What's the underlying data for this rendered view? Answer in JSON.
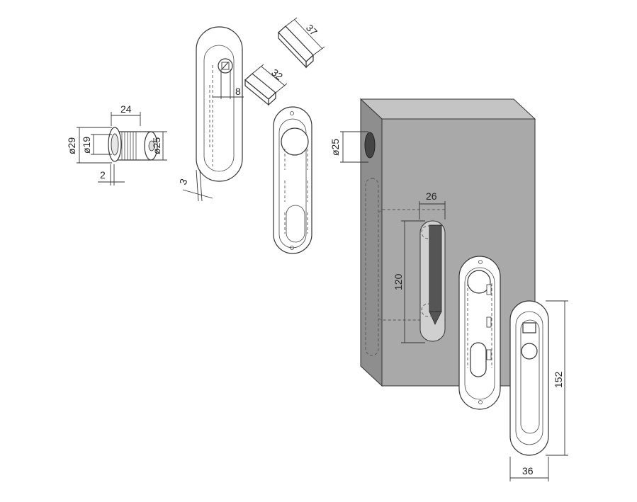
{
  "colors": {
    "door_front": "#a9a9a9",
    "door_top": "#c4c4c4",
    "door_side": "#8e8e8e",
    "outline": "#333333",
    "slot": "#555555"
  },
  "dimensions": {
    "sleeve_length": "24",
    "sleeve_outer_dia": "ø29",
    "sleeve_inner_dia": "ø19",
    "sleeve_thread_dia": "ø25",
    "sleeve_flange": "2",
    "handle_plate_thickness": "3",
    "square_offset": "8",
    "spindle_short": "32",
    "spindle_long": "37",
    "door_bore_dia": "ø25",
    "cutout_width": "26",
    "cutout_height": "120",
    "handle_height": "152",
    "handle_width": "36"
  }
}
